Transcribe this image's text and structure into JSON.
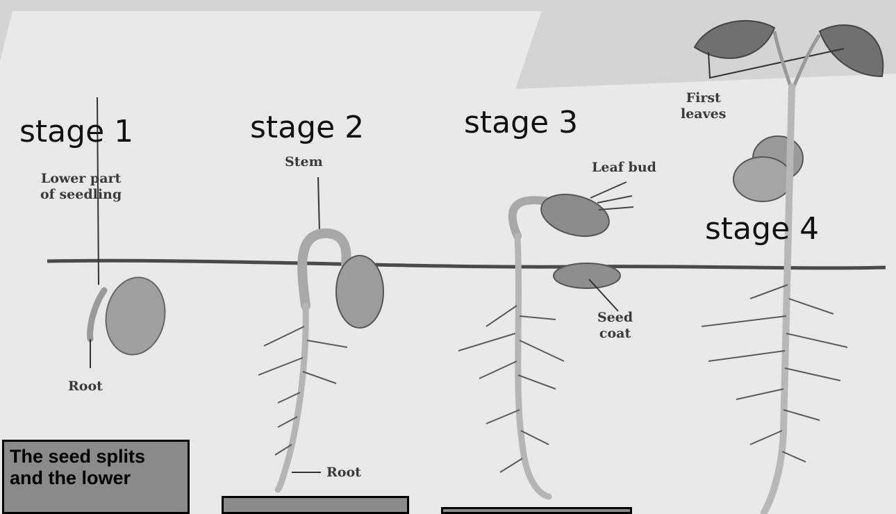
{
  "stages": [
    {
      "label": "stage 1"
    },
    {
      "label": "stage 2"
    },
    {
      "label": "stage 3"
    },
    {
      "label": "stage 4"
    }
  ],
  "annotations": {
    "lower_part": "Lower part\nof seedling",
    "root_1": "Root",
    "stem": "Stem",
    "root_2": "Root",
    "leaf_bud": "Leaf bud",
    "seed_coat": "Seed\ncoat",
    "first_leaves": "First\nleaves"
  },
  "captions": [
    {
      "text": "The seed splits and the lower"
    },
    {
      "text": ""
    },
    {
      "text": ""
    }
  ],
  "colors": {
    "background": "#d6d6d6",
    "paper": "#e9e9e9",
    "caption_fill": "#8a8a8a",
    "plant_fill": "#b5b5b5",
    "seed_fill": "#9c9c9c",
    "leaf_fill": "#707070"
  }
}
